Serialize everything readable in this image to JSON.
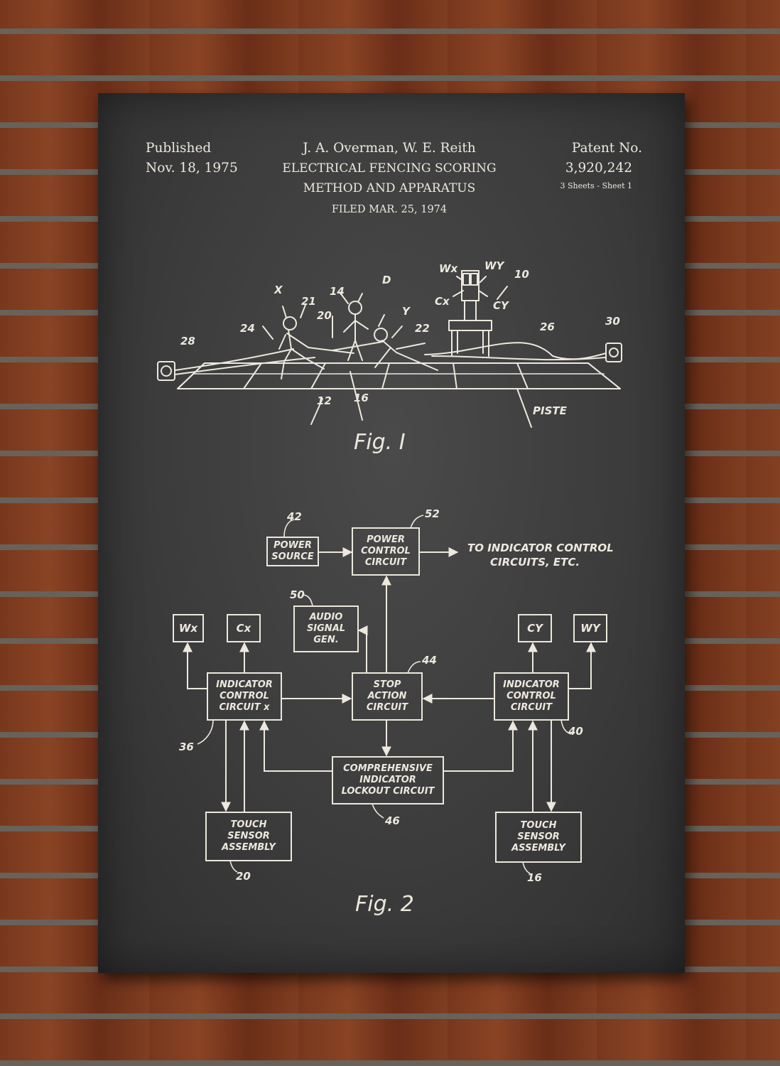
{
  "header": {
    "published_label": "Published",
    "published_date": "Nov. 18, 1975",
    "inventors": "J. A. Overman, W. E. Reith",
    "title_line1": "ELECTRICAL FENCING SCORING",
    "title_line2": "METHOD AND APPARATUS",
    "filed": "FILED MAR. 25, 1974",
    "patent_label": "Patent No.",
    "patent_number": "3,920,242",
    "sheets": "3 Sheets - Sheet 1"
  },
  "fig1": {
    "caption": "Fig. I",
    "labels": {
      "x": "X",
      "n21": "21",
      "n14": "14",
      "d": "D",
      "n20": "20",
      "y": "Y",
      "n22": "22",
      "wx": "Wx",
      "wy": "WY",
      "n10": "10",
      "cx": "Cx",
      "cy": "CY",
      "n24": "24",
      "n28": "28",
      "n26": "26",
      "n30": "30",
      "n12": "12",
      "n16": "16",
      "piste": "PISTE"
    }
  },
  "fig2": {
    "caption": "Fig. 2",
    "to_indicator": "TO INDICATOR CONTROL",
    "circuits_etc": "CIRCUITS, ETC.",
    "blocks": {
      "power_source": [
        "POWER",
        "SOURCE"
      ],
      "power_control": [
        "POWER",
        "CONTROL",
        "CIRCUIT"
      ],
      "audio": [
        "AUDIO",
        "SIGNAL",
        "GEN."
      ],
      "wx": "Wx",
      "cx": "Cx",
      "cy": "CY",
      "wy": "WY",
      "indicator_x": [
        "INDICATOR",
        "CONTROL",
        "CIRCUIT x"
      ],
      "stop_action": [
        "STOP",
        "ACTION",
        "CIRCUIT"
      ],
      "indicator_y": [
        "INDICATOR",
        "CONTROL",
        "CIRCUIT"
      ],
      "lockout": [
        "COMPREHENSIVE",
        "INDICATOR",
        "LOCKOUT CIRCUIT"
      ],
      "touch_left": [
        "TOUCH",
        "SENSOR",
        "ASSEMBLY"
      ],
      "touch_right": [
        "TOUCH",
        "SENSOR",
        "ASSEMBLY"
      ]
    },
    "refs": {
      "n42": "42",
      "n52": "52",
      "n50": "50",
      "n44": "44",
      "n36": "36",
      "n40": "40",
      "n46": "46",
      "n20": "20",
      "n16": "16"
    }
  },
  "colors": {
    "chalk": "#ece8de",
    "board": "#3c3c3c",
    "brick": "#a04a26"
  }
}
